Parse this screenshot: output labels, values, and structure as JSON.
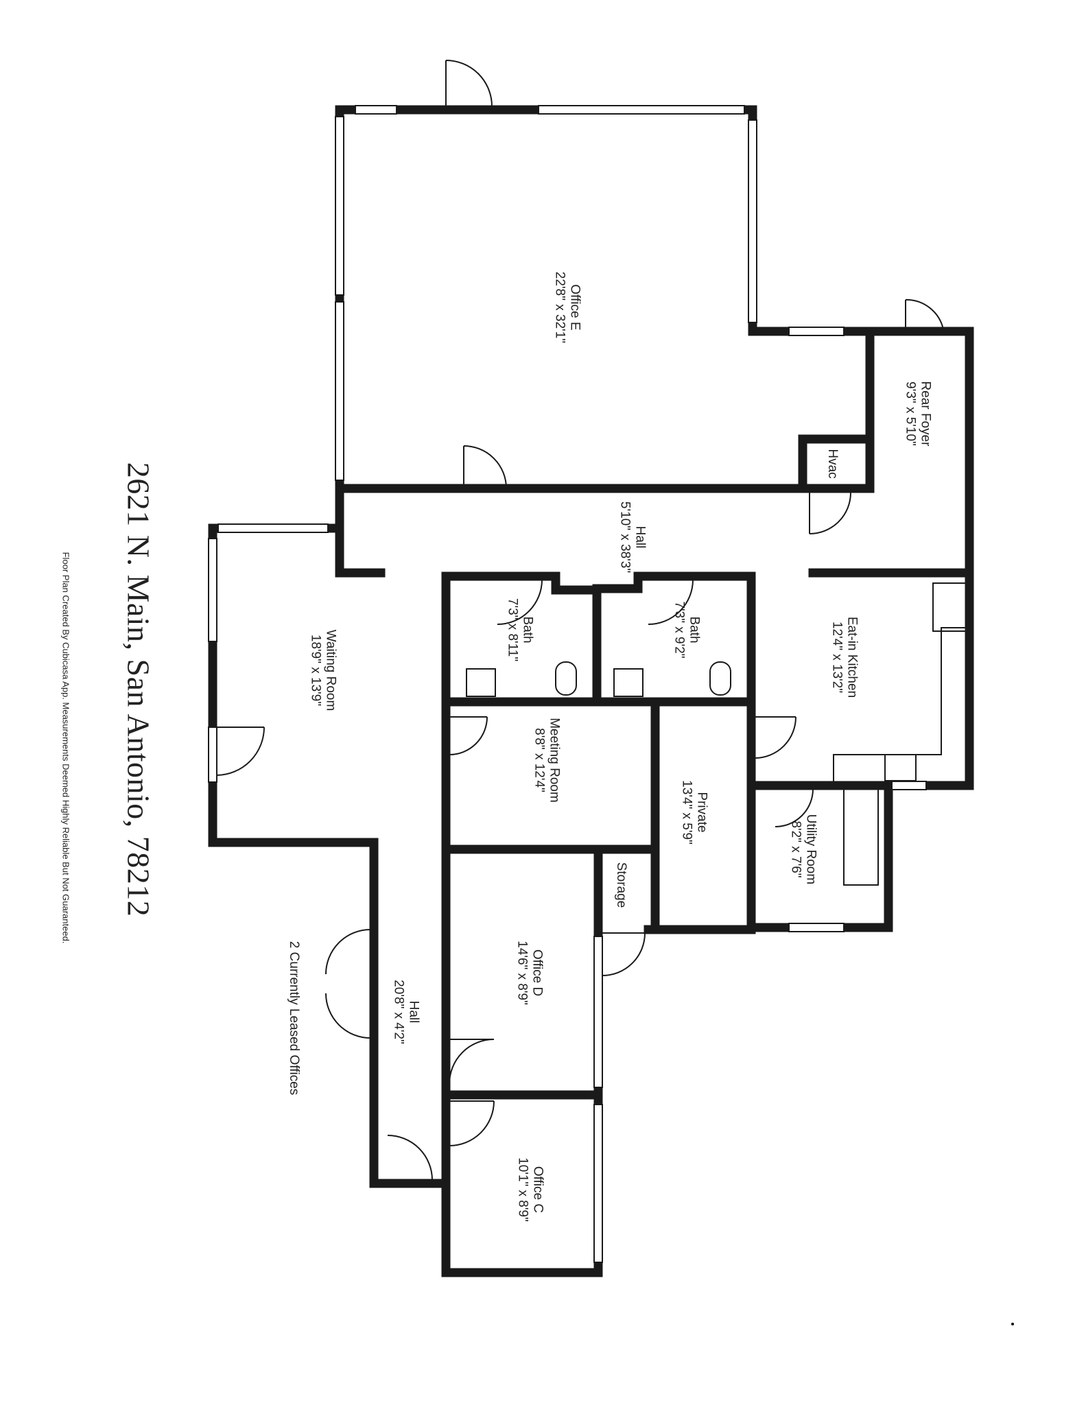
{
  "title": "2621 N. Main, San Antonio, 78212",
  "footer": "Floor Plan Created By Cubicasa App. Measurements Deemed Highly Reliable But Not Guaranteed.",
  "note": "2 Currently Leased Offices",
  "rooms": {
    "office_e": {
      "name": "Office E",
      "size": "22'8\" x 32'1\""
    },
    "rear_foyer": {
      "name": "Rear Foyer",
      "size": "9'3\" x 5'10\""
    },
    "hvac": {
      "name": "Hvac"
    },
    "hall_main": {
      "name": "Hall",
      "size": "5'10\" x 38'3\""
    },
    "bath_left": {
      "name": "Bath",
      "size": "7'3\" x 8'11\""
    },
    "bath_right": {
      "name": "Bath",
      "size": "7'3\" x 9'2\""
    },
    "kitchen": {
      "name": "Eat-in Kitchen",
      "size": "12'4\" x 13'2\""
    },
    "waiting": {
      "name": "Waiting Room",
      "size": "18'9\" x 13'9\""
    },
    "meeting": {
      "name": "Meeting Room",
      "size": "8'8\" x 12'4\""
    },
    "private": {
      "name": "Private",
      "size": "13'4\" x 5'9\""
    },
    "utility": {
      "name": "Utility Room",
      "size": "8'2\" x 7'6\""
    },
    "storage": {
      "name": "Storage"
    },
    "office_d": {
      "name": "Office D",
      "size": "14'6\" x 8'9\""
    },
    "hall_lower": {
      "name": "Hall",
      "size": "20'8\" x 4'2\""
    },
    "office_c": {
      "name": "Office C",
      "size": "10'1\" x 8'9\""
    }
  },
  "colors": {
    "wall": "#1a1a1a",
    "window": "#ffffff",
    "background": "#ffffff"
  }
}
